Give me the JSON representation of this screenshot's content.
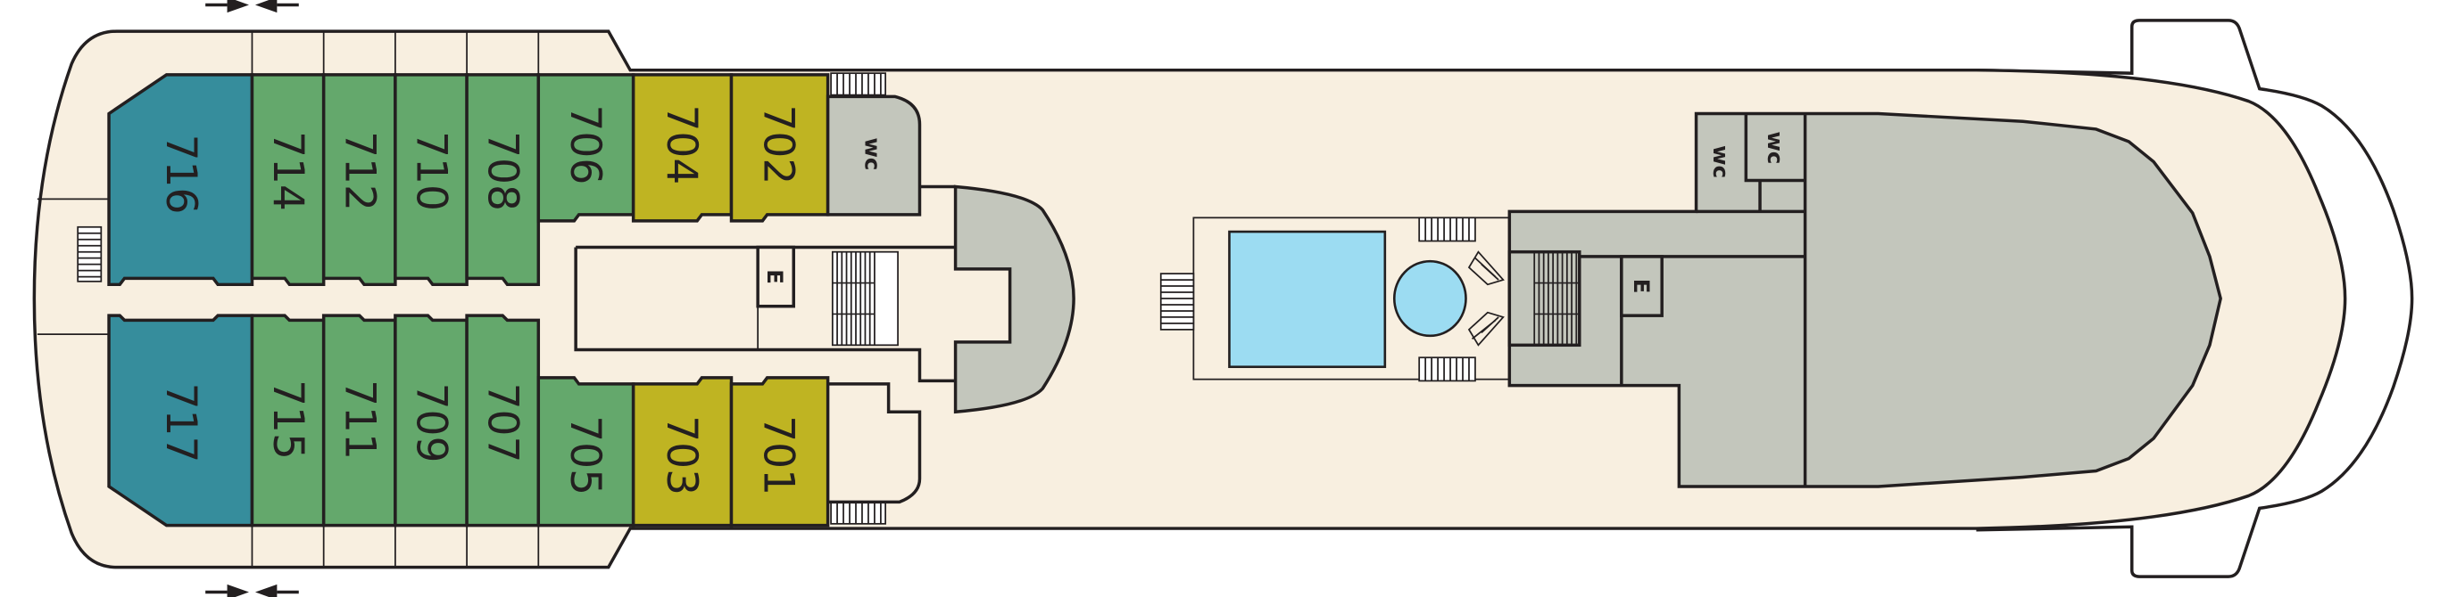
{
  "deck_plan": {
    "cabins_port": [
      {
        "number": "716",
        "category": "teal"
      },
      {
        "number": "714",
        "category": "green"
      },
      {
        "number": "712",
        "category": "green"
      },
      {
        "number": "710",
        "category": "green"
      },
      {
        "number": "708",
        "category": "green"
      },
      {
        "number": "706",
        "category": "green"
      },
      {
        "number": "704",
        "category": "olive"
      },
      {
        "number": "702",
        "category": "olive"
      }
    ],
    "cabins_starboard": [
      {
        "number": "717",
        "category": "teal"
      },
      {
        "number": "715",
        "category": "green"
      },
      {
        "number": "711",
        "category": "green"
      },
      {
        "number": "709",
        "category": "green"
      },
      {
        "number": "707",
        "category": "green"
      },
      {
        "number": "705",
        "category": "green"
      },
      {
        "number": "703",
        "category": "olive"
      },
      {
        "number": "701",
        "category": "olive"
      }
    ],
    "labels": {
      "wc_aft": "wc",
      "elevator_aft": "E",
      "elevator_fwd": "E",
      "wc_fwd_1": "wc",
      "wc_fwd_2": "wc"
    },
    "colors": {
      "teal": "#368d9c",
      "green": "#64a86c",
      "olive": "#bfb422",
      "public": "#c3c6bc",
      "deck": "#f8efe0",
      "pool": "#9cdcf2"
    }
  }
}
